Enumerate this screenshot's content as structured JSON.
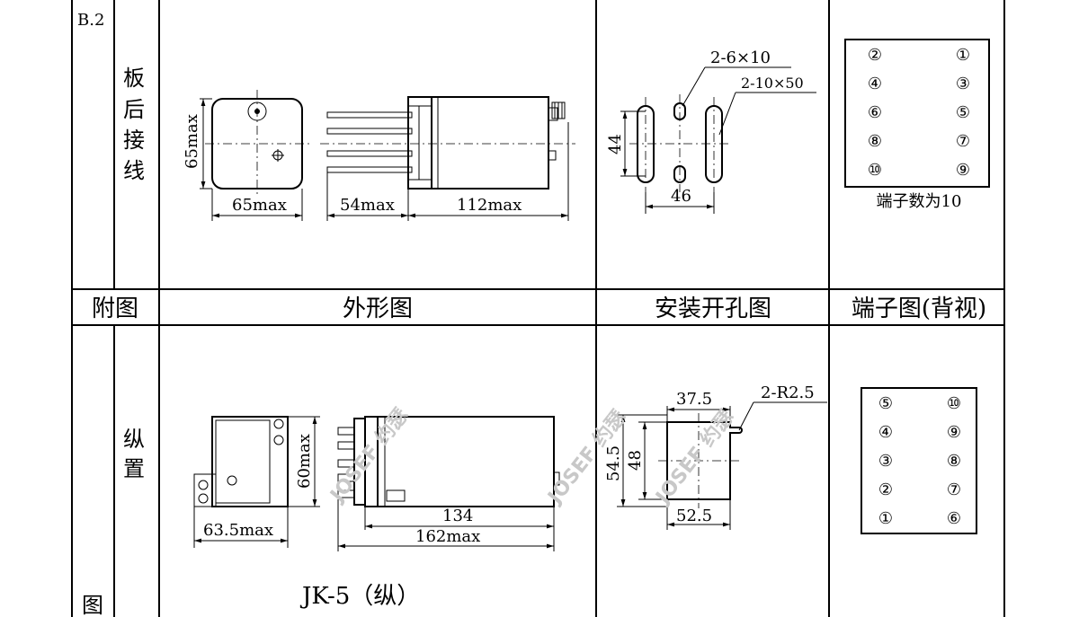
{
  "table": {
    "row_label": "B.2",
    "vertical_label_1": [
      "板",
      "后",
      "接",
      "线"
    ],
    "vertical_label_2": [
      "纵",
      "置"
    ],
    "left_bottom_label": "图",
    "headers": {
      "appendix": "附图",
      "outline": "外形图",
      "mounting": "安装开孔图",
      "terminal": "端子图(背视)"
    }
  },
  "row1": {
    "outline": {
      "height_dim": "65max",
      "width_dim": "65max",
      "depth_dim_1": "54max",
      "depth_dim_2": "112max"
    },
    "mounting": {
      "hole_label_1": "2-6×10",
      "hole_label_2": "2-10×50",
      "height_dim": "44",
      "width_dim": "46"
    },
    "terminal": {
      "left_col": [
        "②",
        "④",
        "⑥",
        "⑧",
        "⑩"
      ],
      "right_col": [
        "①",
        "③",
        "⑤",
        "⑦",
        "⑨"
      ],
      "note": "端子数为10"
    }
  },
  "row2": {
    "outline": {
      "height_dim": "60max",
      "width_dim": "63.5max",
      "length_dim_1": "134",
      "length_dim_2": "162max",
      "caption": "JK-5（纵）"
    },
    "mounting": {
      "top_dim": "37.5",
      "radius_label": "2-R2.5",
      "height_dim_1": "54.5",
      "height_dim_2": "48",
      "bottom_dim": "52.5"
    },
    "terminal": {
      "left_col": [
        "⑤",
        "④",
        "③",
        "②",
        "①"
      ],
      "right_col": [
        "⑩",
        "⑨",
        "⑧",
        "⑦",
        "⑥"
      ]
    }
  },
  "watermark": "JOSEF 约瑟"
}
